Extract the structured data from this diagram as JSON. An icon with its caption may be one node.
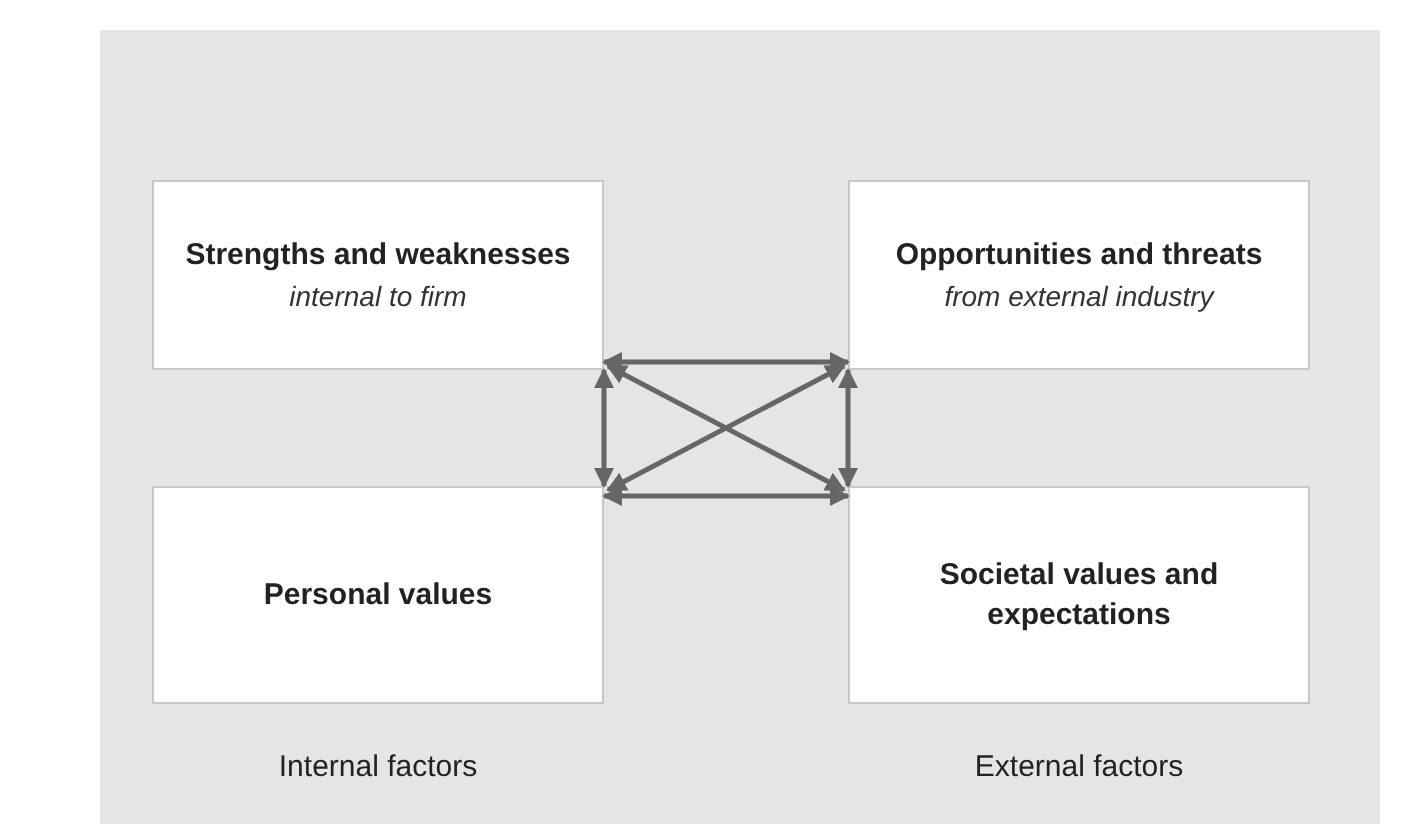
{
  "diagram": {
    "nodes": [
      {
        "text": [
          "Strengths and weaknesses",
          "internal to firm"
        ]
      },
      {
        "text": [
          "Opportunities and threats",
          "from external industry"
        ]
      },
      {
        "text": [
          "Personal values"
        ]
      },
      {
        "text": [
          "Societal values and expectations"
        ]
      }
    ],
    "edges": [
      {
        "from": 0,
        "to": 1,
        "arrow": "both"
      },
      {
        "from": 0,
        "to": 2,
        "arrow": "both"
      },
      {
        "from": 1,
        "to": 3,
        "arrow": "both"
      },
      {
        "from": 2,
        "to": 3,
        "arrow": "both"
      },
      {
        "from": 0,
        "to": 3,
        "arrow": "both"
      },
      {
        "from": 1,
        "to": 2,
        "arrow": "both"
      }
    ],
    "labels": [
      "Internal factors",
      "External factors"
    ]
  }
}
